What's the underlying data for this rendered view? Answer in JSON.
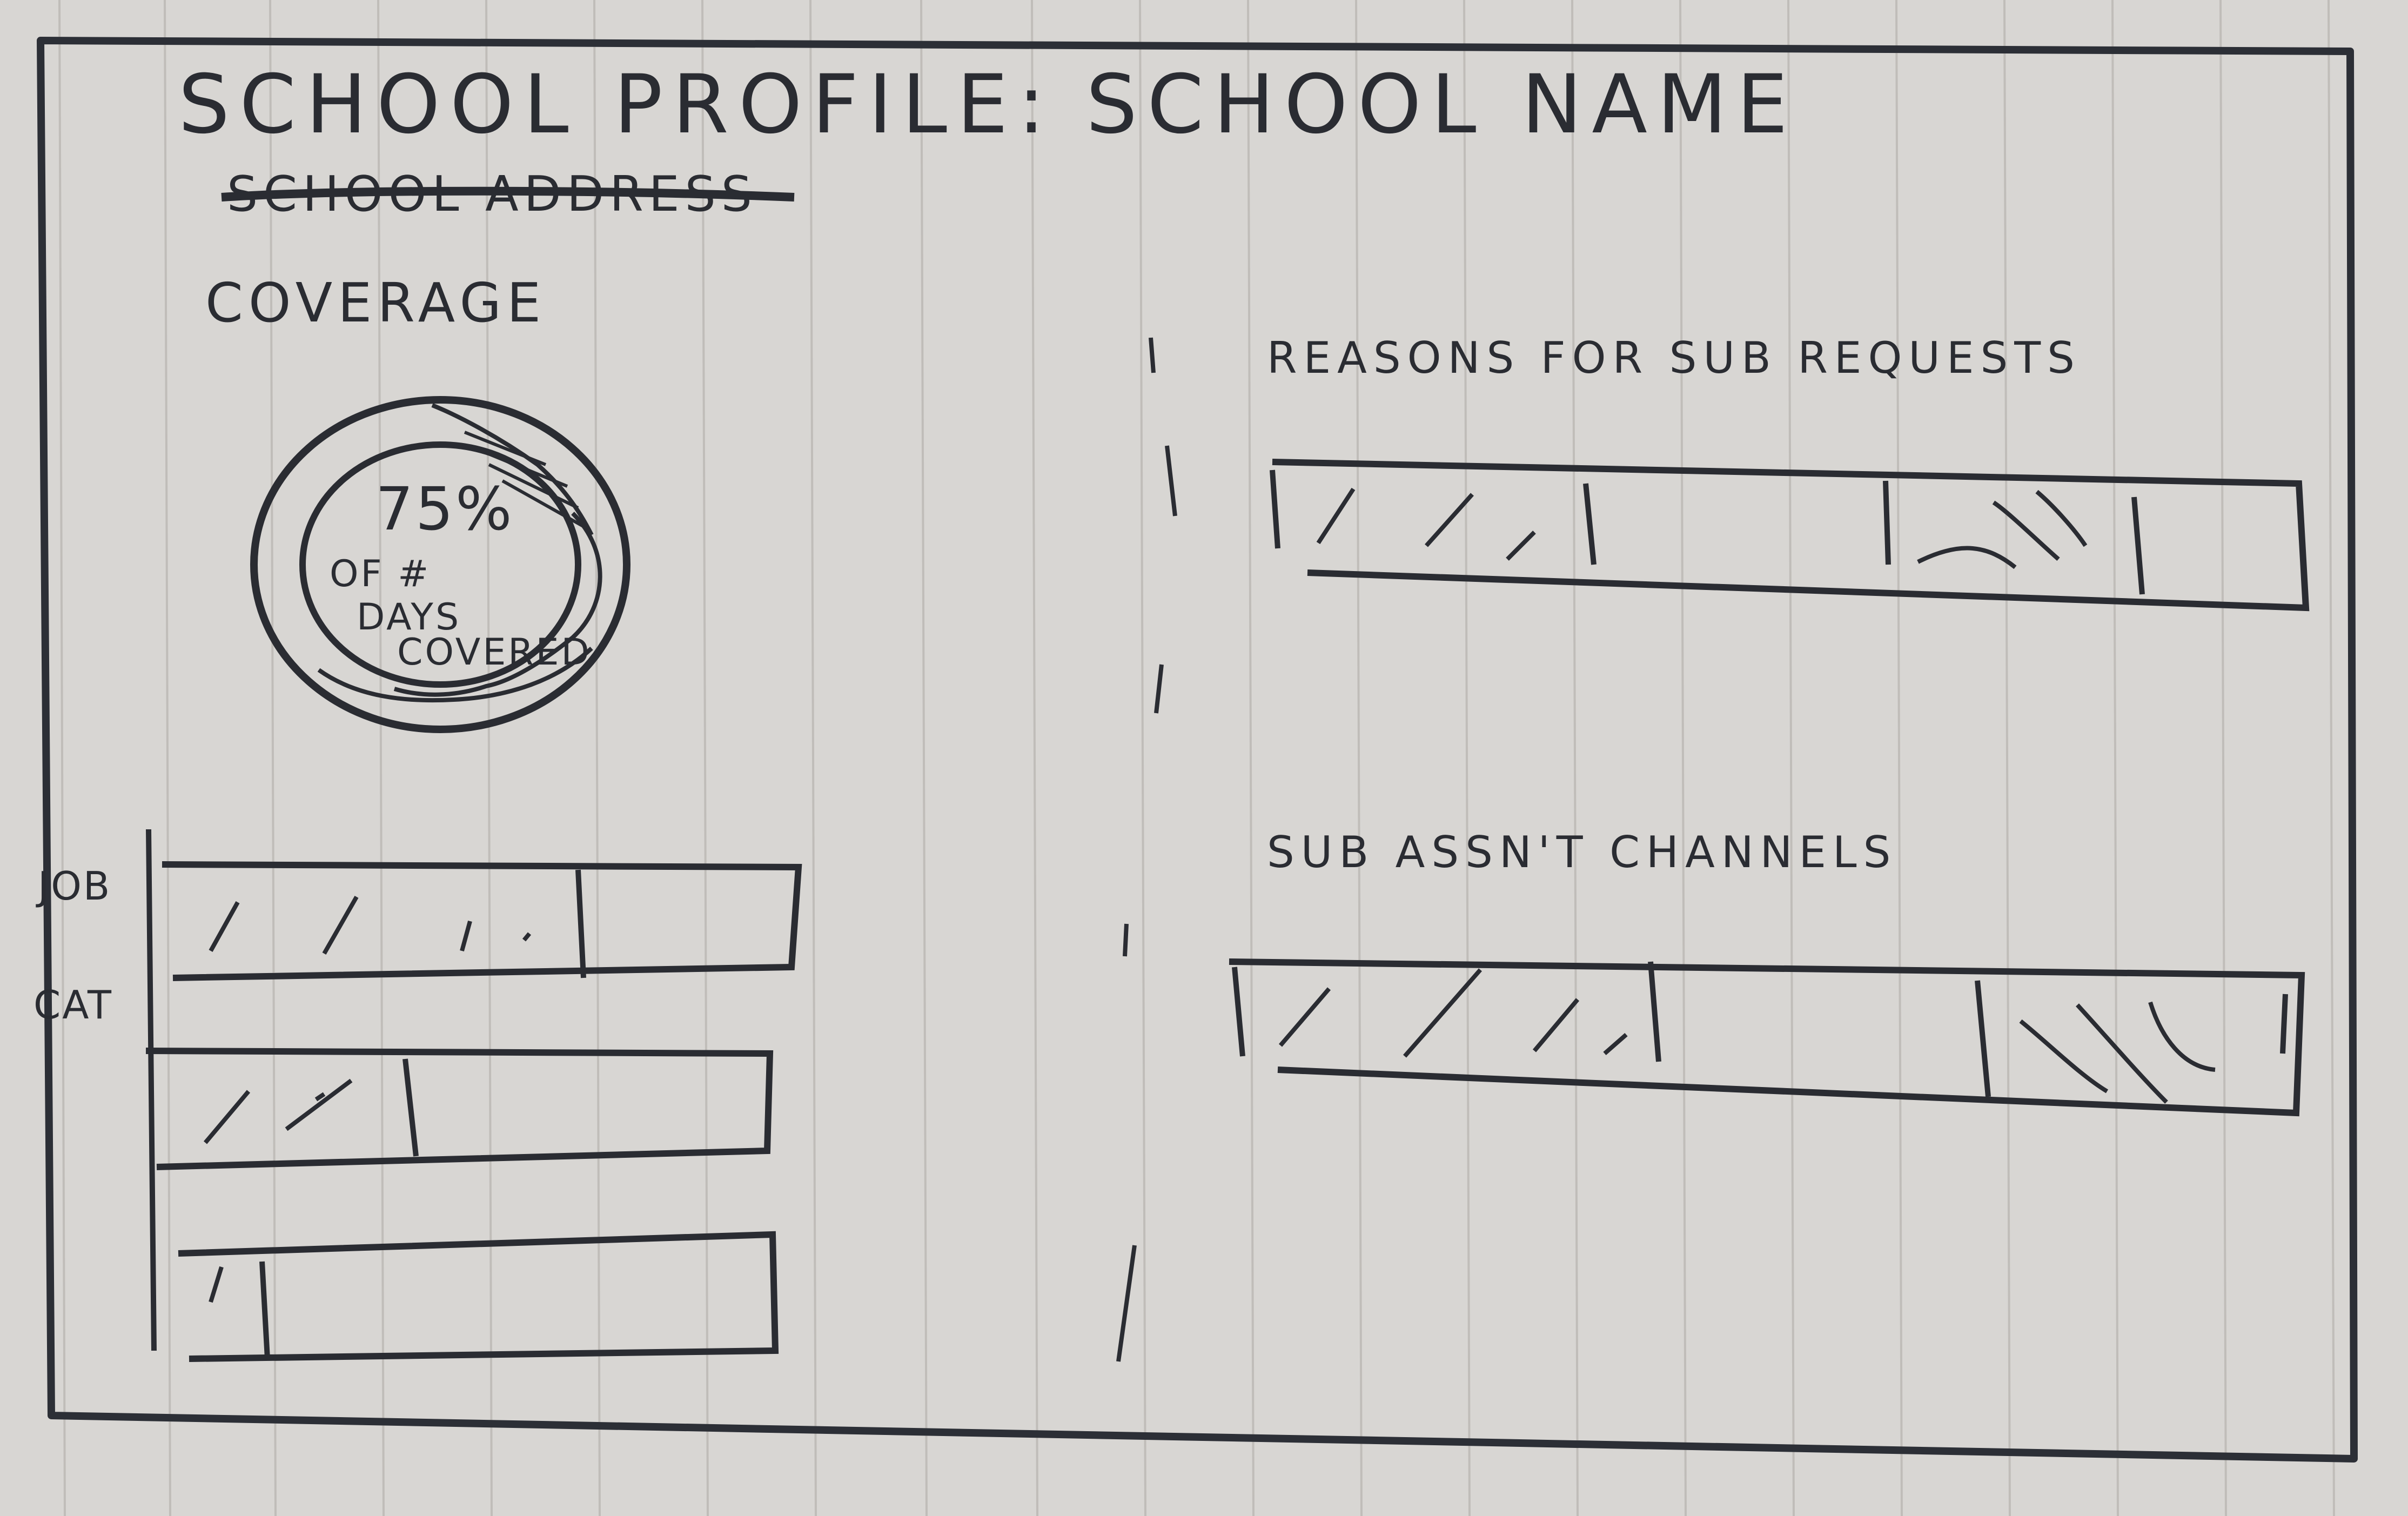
{
  "profile": {
    "title": "SCHOOL PROFILE:",
    "school_name": "SCHOOL NAME",
    "school_address": "SCHOOL ADDRESS"
  },
  "coverage": {
    "heading": "COVERAGE",
    "donut": {
      "value_text": "75%",
      "line1": "OF #",
      "line2": "DAYS",
      "line3": "COVERED"
    },
    "axis_label_1": "JOB",
    "axis_label_2": "CAT"
  },
  "reasons": {
    "heading": "REASONS FOR SUB REQUESTS"
  },
  "channels": {
    "heading": "SUB ASSN'T CHANNELS"
  }
}
